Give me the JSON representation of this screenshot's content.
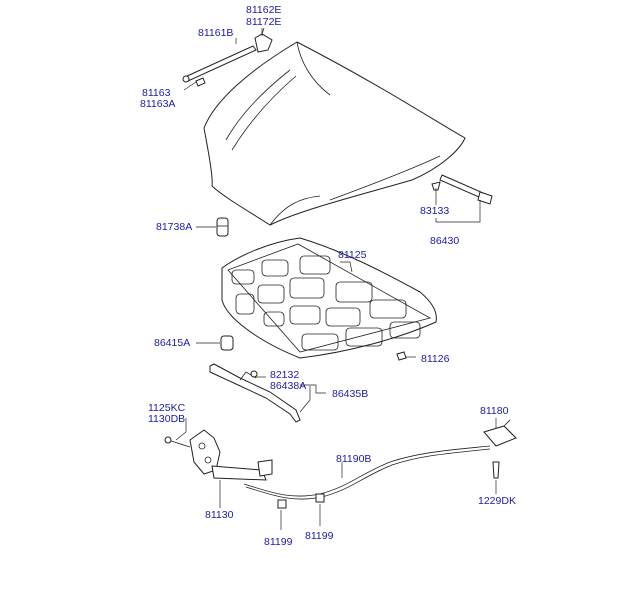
{
  "parts": [
    {
      "id": "p81162e",
      "text": "81162E"
    },
    {
      "id": "p81172e",
      "text": "81172E"
    },
    {
      "id": "p81161b",
      "text": "81161B"
    },
    {
      "id": "p81163",
      "text": "81163"
    },
    {
      "id": "p81163a",
      "text": "81163A"
    },
    {
      "id": "p83133",
      "text": "83133"
    },
    {
      "id": "p86430",
      "text": "86430"
    },
    {
      "id": "p81738a",
      "text": "81738A"
    },
    {
      "id": "p81125",
      "text": "81125"
    },
    {
      "id": "p86415a",
      "text": "86415A"
    },
    {
      "id": "p81126",
      "text": "81126"
    },
    {
      "id": "p82132",
      "text": "82132"
    },
    {
      "id": "p86438a",
      "text": "86438A"
    },
    {
      "id": "p86435b",
      "text": "86435B"
    },
    {
      "id": "p1125kc",
      "text": "1125KC"
    },
    {
      "id": "p1130db",
      "text": "1130DB"
    },
    {
      "id": "p81180",
      "text": "81180"
    },
    {
      "id": "p81190b",
      "text": "81190B"
    },
    {
      "id": "p1229dk",
      "text": "1229DK"
    },
    {
      "id": "p81130",
      "text": "81130"
    },
    {
      "id": "p81199a",
      "text": "81199"
    },
    {
      "id": "p81199b",
      "text": "81199"
    }
  ]
}
